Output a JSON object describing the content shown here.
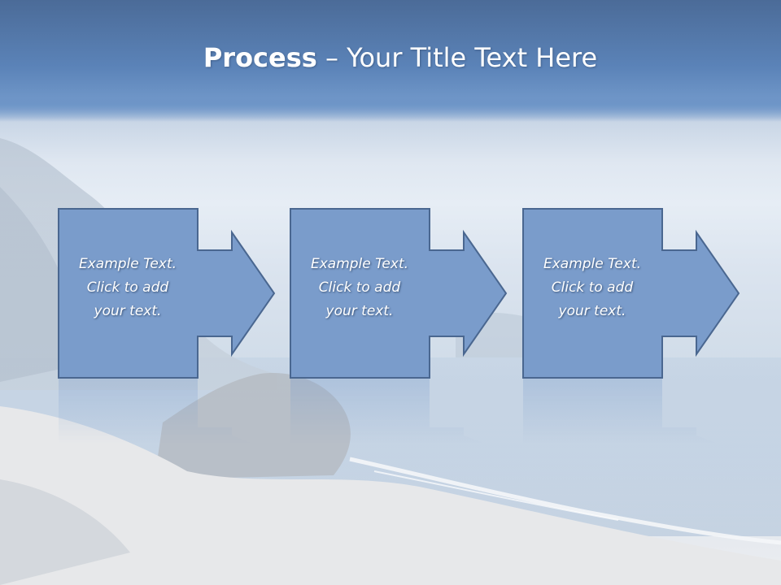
{
  "slide": {
    "title_bold": "Process",
    "title_rest": " – Your Title Text Here"
  },
  "steps": [
    {
      "text_line1": "Example Text.",
      "text_line2": "Click  to add",
      "text_line3": "your text."
    },
    {
      "text_line1": "Example Text.",
      "text_line2": "Click  to add",
      "text_line3": "your text."
    },
    {
      "text_line1": "Example Text.",
      "text_line2": "Click  to add",
      "text_line3": "your text."
    }
  ],
  "colors": {
    "title_band": "#5b82b6",
    "box_fill": "#7a9ccb",
    "box_stroke": "#4a6790",
    "text": "#ffffff"
  }
}
